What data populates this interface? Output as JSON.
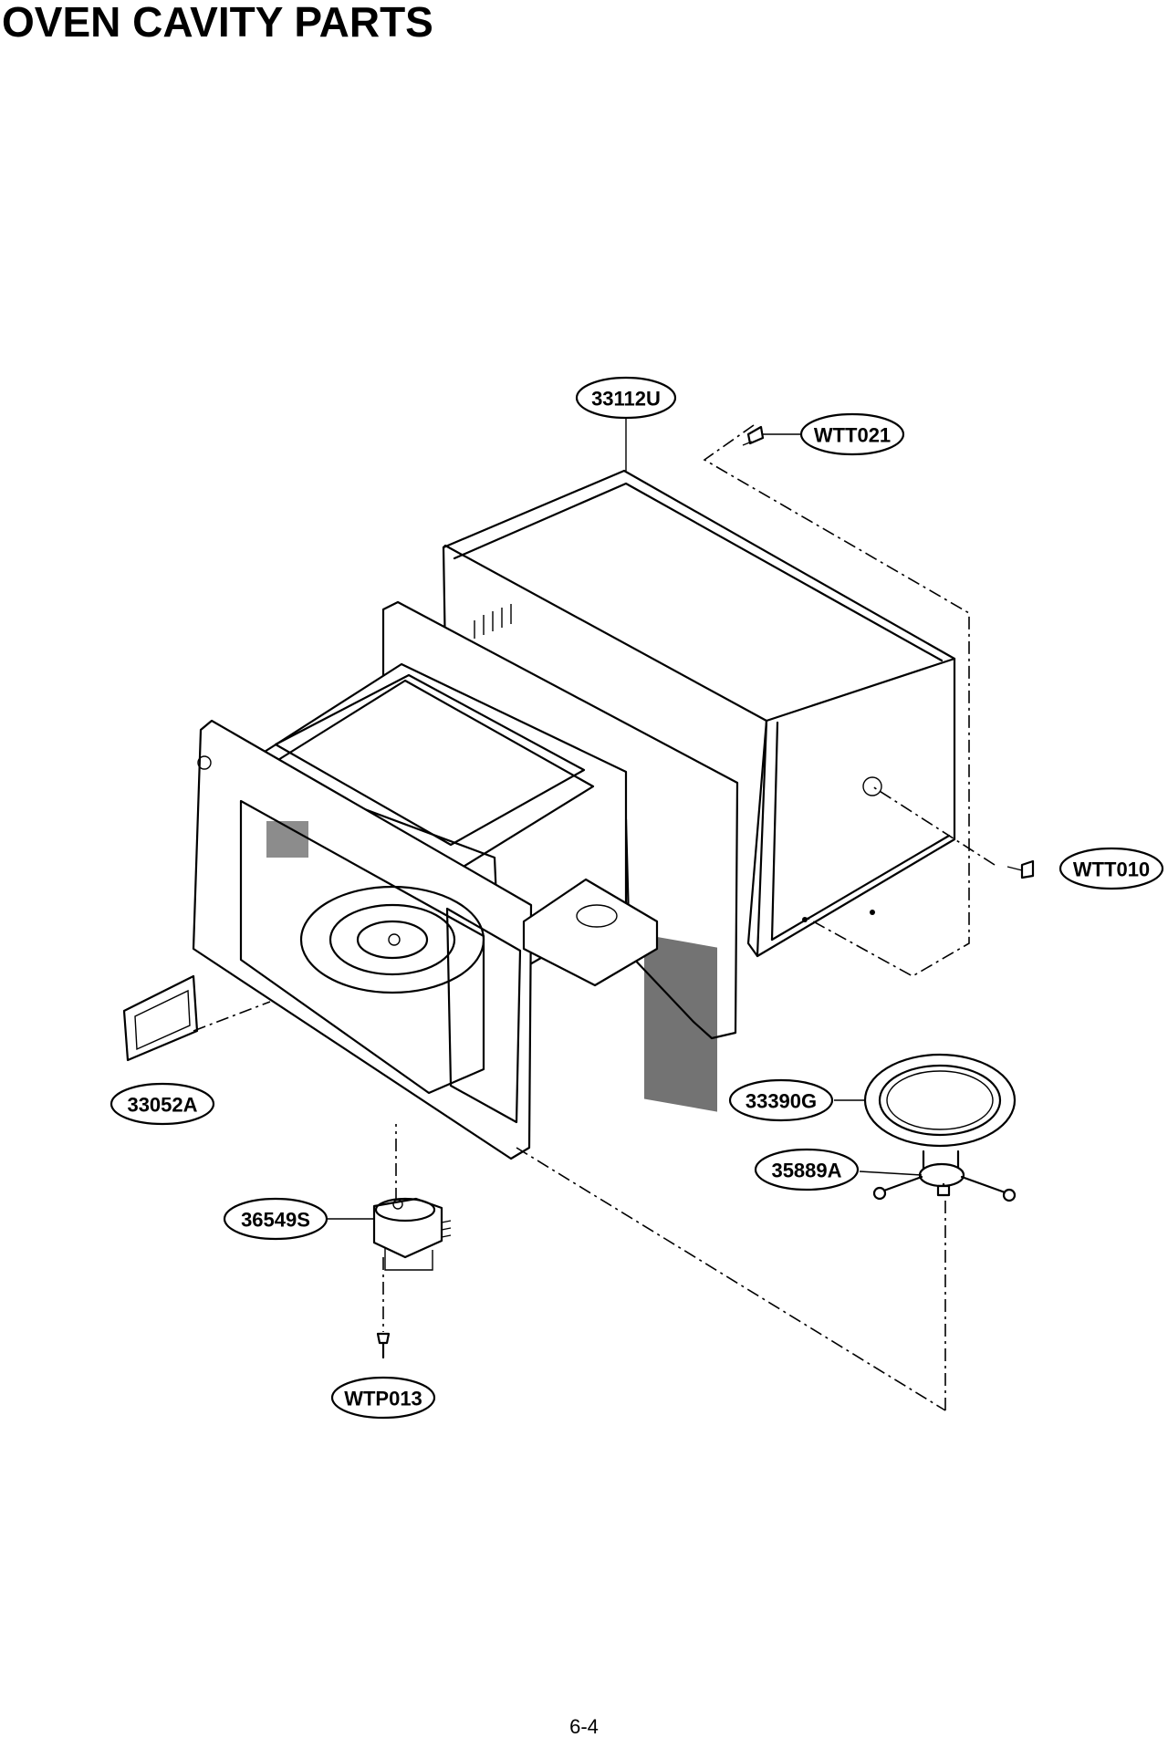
{
  "page": {
    "title": "OVEN CAVITY PARTS",
    "page_number": "6-4"
  },
  "parts": {
    "outer_case": "33112U",
    "case_screw_top": "WTT021",
    "case_screw_side": "WTT010",
    "cover": "33052A",
    "glass_tray": "33390G",
    "roller_guide": "35889A",
    "tray_motor": "36549S",
    "motor_screw": "WTP013"
  }
}
